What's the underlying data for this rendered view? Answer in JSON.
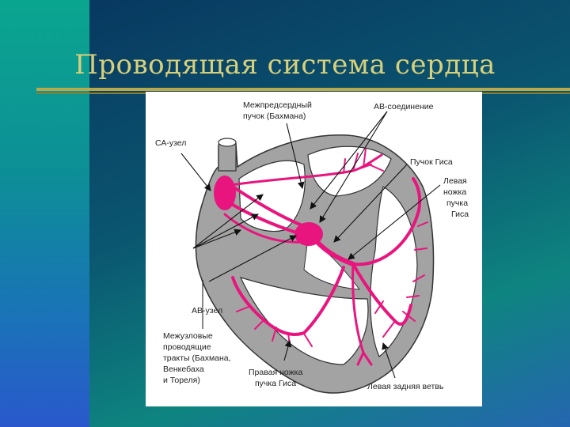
{
  "title": "Проводящая система сердца",
  "labels": {
    "sa_node": "СА-узел",
    "bachmann_1": "Межпредсердный",
    "bachmann_2": "пучок (Бахмана)",
    "av_junction": "АВ-соединение",
    "his_bundle": "Пучок Гиса",
    "left_branch_1": "Левая",
    "left_branch_2": "ножка",
    "left_branch_3": "пучка",
    "left_branch_4": "Гиса",
    "av_node": "АВ-узел",
    "internodal_1": "Межузловые",
    "internodal_2": "проводящие",
    "internodal_3": "тракты (Бахмана,",
    "internodal_4": "Венкебаха",
    "internodal_5": "и Тореля)",
    "right_branch_1": "Правая ножка",
    "right_branch_2": "пучка Гиса",
    "left_posterior": "Левая задняя ветвь"
  },
  "colors": {
    "conduction": "#e8157e",
    "tissue": "#9e9e9e",
    "outline": "#333333"
  }
}
